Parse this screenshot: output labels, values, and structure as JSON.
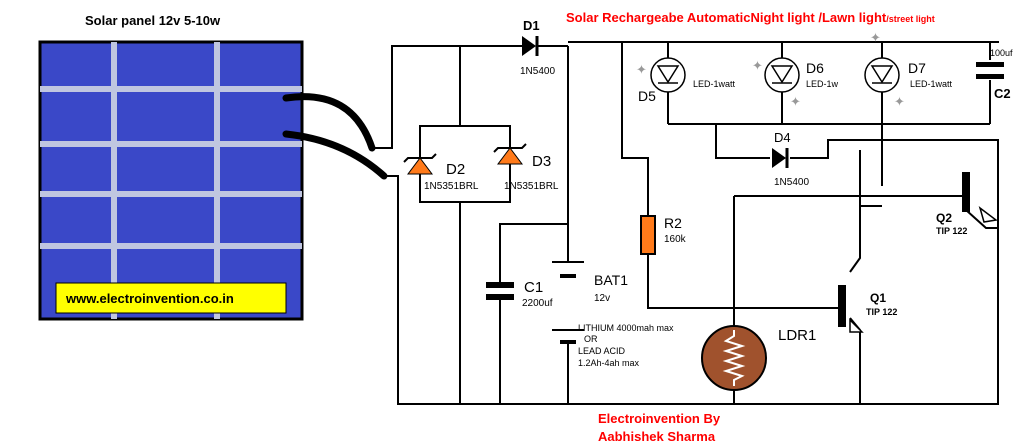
{
  "title_prefix": "Solar Rechargeabe AutomaticNight light /Lawn light",
  "title_suffix": "/street light",
  "panel": {
    "label": "Solar panel 12v 5-10w",
    "website": "www.electroinvention.co.in"
  },
  "diodes": {
    "d1": {
      "ref": "D1",
      "part": "1N5400"
    },
    "d2": {
      "ref": "D2",
      "part": "1N5351BRL"
    },
    "d3": {
      "ref": "D3",
      "part": "1N5351BRL"
    },
    "d4": {
      "ref": "D4",
      "part": "1N5400"
    }
  },
  "leds": {
    "d5": {
      "ref": "D5",
      "value": "LED-1watt"
    },
    "d6": {
      "ref": "D6",
      "value": "LED-1w"
    },
    "d7": {
      "ref": "D7",
      "value": "LED-1watt"
    }
  },
  "capacitors": {
    "c1": {
      "ref": "C1",
      "value": "2200uf"
    },
    "c2": {
      "ref": "C2",
      "value": "100uf"
    }
  },
  "resistor": {
    "ref": "R2",
    "value": "160k"
  },
  "battery": {
    "ref": "BAT1",
    "voltage": "12v",
    "note_line1": "LITHIUM 4000mah max",
    "note_line2": "OR",
    "note_line3": "LEAD ACID",
    "note_line4": "1.2Ah-4ah max"
  },
  "ldr": {
    "ref": "LDR1"
  },
  "transistors": {
    "q1": {
      "ref": "Q1",
      "part": "TIP 122"
    },
    "q2": {
      "ref": "Q2",
      "part": "TIP 122"
    }
  },
  "credit": {
    "line1": "Electroinvention By",
    "line2": "Aabhishek Sharma"
  },
  "colors": {
    "panel_blue": "#3a48c8",
    "grid": "#c0c6e0",
    "accent_red": "#ff0000",
    "zener_orange": "#ff7a1a",
    "ldr_brown": "#a0522d",
    "website_bg": "#ffff00"
  }
}
